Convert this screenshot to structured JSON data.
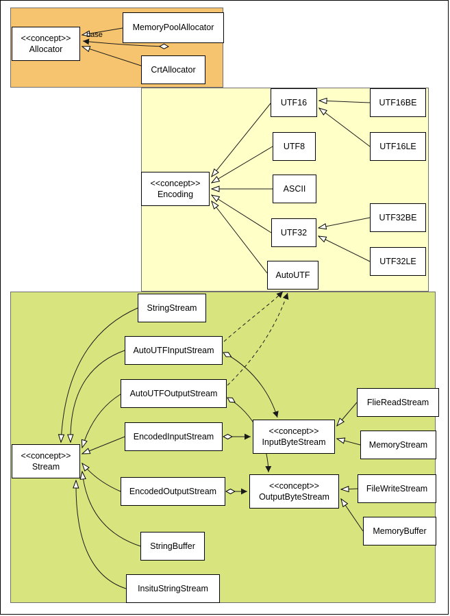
{
  "colors": {
    "allocator_region": "#F6C46E",
    "encoding_region": "#FFFFC8",
    "stream_region": "#D8E57E",
    "node_background": "#FFFFFF",
    "node_border": "#000000",
    "edge": "#1A1A1A"
  },
  "nodes": {
    "allocator": {
      "stereotype": "<<concept>>",
      "name": "Allocator"
    },
    "memoryPoolAllocator": {
      "name": "MemoryPoolAllocator"
    },
    "crtAllocator": {
      "name": "CrtAllocator"
    },
    "encoding": {
      "stereotype": "<<concept>>",
      "name": "Encoding"
    },
    "utf16": {
      "name": "UTF16"
    },
    "utf8": {
      "name": "UTF8"
    },
    "ascii": {
      "name": "ASCII"
    },
    "utf32": {
      "name": "UTF32"
    },
    "autoUtf": {
      "name": "AutoUTF"
    },
    "utf16be": {
      "name": "UTF16BE"
    },
    "utf16le": {
      "name": "UTF16LE"
    },
    "utf32be": {
      "name": "UTF32BE"
    },
    "utf32le": {
      "name": "UTF32LE"
    },
    "stream": {
      "stereotype": "<<concept>>",
      "name": "Stream"
    },
    "stringStream": {
      "name": "StringStream"
    },
    "autoUtfInputStream": {
      "name": "AutoUTFInputStream"
    },
    "autoUtfOutputStream": {
      "name": "AutoUTFOutputStream"
    },
    "encodedInputStream": {
      "name": "EncodedInputStream"
    },
    "encodedOutputStream": {
      "name": "EncodedOutputStream"
    },
    "stringBuffer": {
      "name": "StringBuffer"
    },
    "insituStringStream": {
      "name": "InsituStringStream"
    },
    "inputByteStream": {
      "stereotype": "<<concept>>",
      "name": "InputByteStream"
    },
    "outputByteStream": {
      "stereotype": "<<concept>>",
      "name": "OutputByteStream"
    },
    "fileReadStream": {
      "name": "FlieReadStream"
    },
    "memoryStream": {
      "name": "MemoryStream"
    },
    "fileWriteStream": {
      "name": "FileWriteStream"
    },
    "memoryBuffer": {
      "name": "MemoryBuffer"
    }
  },
  "labels": {
    "base": "base"
  }
}
